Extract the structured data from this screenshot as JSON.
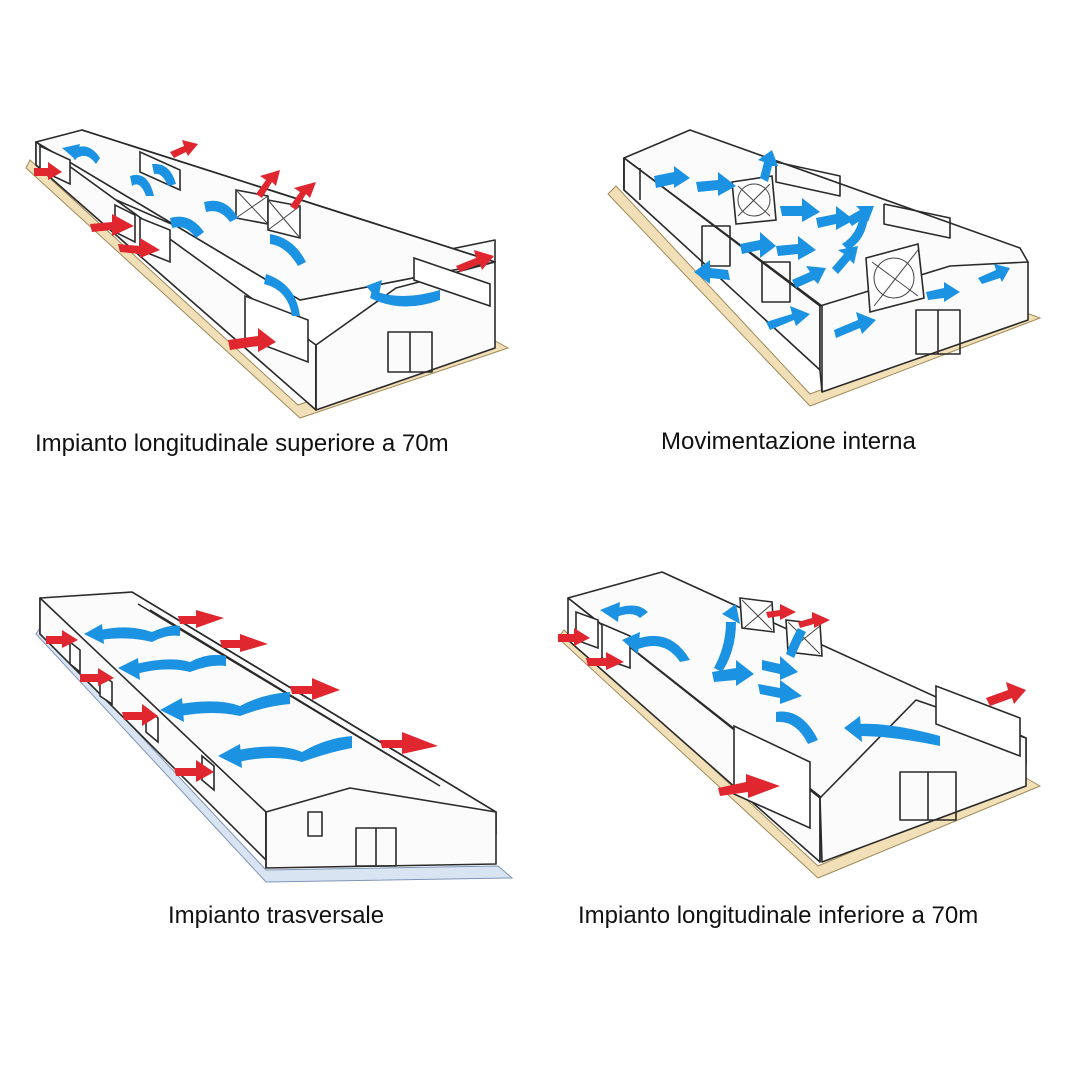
{
  "panels": [
    {
      "id": "top-left",
      "caption": "Impianto longitudinale superiore a 70m"
    },
    {
      "id": "top-right",
      "caption": "Movimentazione interna"
    },
    {
      "id": "bottom-left",
      "caption": "Impianto trasversale"
    },
    {
      "id": "bottom-right",
      "caption": "Impianto longitudinale inferiore a 70m"
    }
  ],
  "colors": {
    "inflow_arrow": "#e0262f",
    "internal_flow_arrow": "#1c93e2",
    "floor_beige": "#f1dfb7",
    "floor_blue": "#d8e4f2",
    "outline": "#2a2a2a"
  },
  "icons": [
    "red-airflow-arrow-icon",
    "blue-airflow-arrow-icon",
    "exhaust-fan-icon",
    "cooling-pad-icon",
    "door-icon"
  ]
}
